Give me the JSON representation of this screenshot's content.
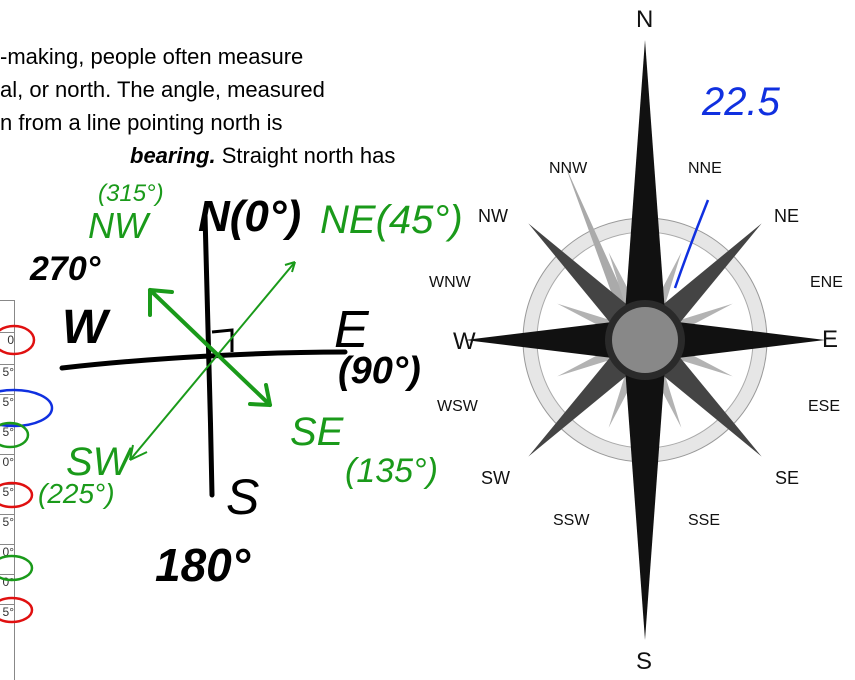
{
  "paragraph": {
    "line1": "-making, people often measure",
    "line2": "al, or north.  The angle, measured",
    "line3": "n from a line pointing north is",
    "line4_bold": "bearing.",
    "line4_rest": " Straight north has"
  },
  "table_cells": [
    "0",
    "5°",
    "5°",
    "5°",
    "0°",
    "5°",
    "5°",
    "0°",
    "0°",
    "5°"
  ],
  "compass": {
    "N": "N",
    "S": "S",
    "E": "E",
    "W": "W",
    "NNW": "NNW",
    "NNE": "NNE",
    "NW": "NW",
    "NE": "NE",
    "WNW": "WNW",
    "ENE": "ENE",
    "WSW": "WSW",
    "ESE": "ESE",
    "SW": "SW",
    "SE": "SE",
    "SSW": "SSW",
    "SSE": "SSE"
  },
  "handwriting": {
    "n_label": "N(0°)",
    "e_label": "E",
    "e_deg": "(90°)",
    "s_label": "S",
    "s_deg": "180°",
    "w_label": "W",
    "w_deg": "270°",
    "nw_label": "NW",
    "nw_deg": "(315°)",
    "ne_label": "NE(45°)",
    "sw_label": "SW",
    "sw_deg": "(225°)",
    "se_label": "SE",
    "se_deg": "(135°)",
    "nne_deg": "22.5"
  },
  "colors": {
    "green_ink": "#1a9a1a",
    "blue_ink": "#1030e0",
    "red_ink": "#e01010",
    "black_ink": "#000000"
  }
}
